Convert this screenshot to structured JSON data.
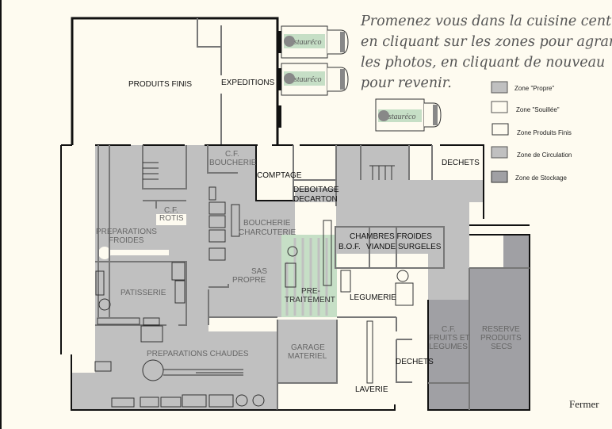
{
  "intro_lines": [
    "Promenez vous dans la cuisine centrale",
    "en cliquant sur les zones pour agrandir",
    "les photos, en cliquant de nouveau",
    "pour revenir."
  ],
  "colors": {
    "background": "#fefbf0",
    "zone_propre": "#c0c0c0",
    "zone_souillee": "#fefbf0",
    "zone_circulation": "#c0c0c0",
    "zone_stockage": "#a0a0a4",
    "pre_traitement": "#c6dfc6"
  },
  "legend": [
    {
      "label": "Zone \"Propre\""
    },
    {
      "label": "Zone \"Souillée\""
    },
    {
      "label": "Zone Produits Finis"
    },
    {
      "label": "Zone de Circulation"
    },
    {
      "label": "Zone de Stockage"
    }
  ],
  "trucks": [
    {
      "logo": "stauréco"
    },
    {
      "logo": "stauréco"
    },
    {
      "logo": "stauréco"
    }
  ],
  "rooms": {
    "produits_finis": "PRODUITS FINIS",
    "expeditions": "EXPEDITIONS",
    "cf_boucherie": [
      "C.F.",
      "BOUCHERIE"
    ],
    "comptage": "COMPTAGE",
    "deboitage": [
      "DEBOITAGE",
      "DECARTON"
    ],
    "dechets_top": "DECHETS",
    "cf_rotis": [
      "C.F.",
      "ROTIS"
    ],
    "preparations_froides": [
      "PREPARATIONS",
      "FROIDES"
    ],
    "boucherie_charcuterie": [
      "BOUCHERIE",
      "CHARCUTERIE"
    ],
    "chambres_froides": "CHAMBRES FROIDES",
    "bof": "B.O.F.",
    "viande": "VIANDE",
    "surgeles": "SURGELES",
    "sas_propre": [
      "SAS",
      "PROPRE"
    ],
    "patisserie": "PATISSERIE",
    "pre_traitement": [
      "PRE-",
      "TRAITEMENT"
    ],
    "legumerie": "LEGUMERIE",
    "cf_fruits_legumes": [
      "C.F.",
      "FRUITS ET",
      "LEGUMES"
    ],
    "reserve": [
      "RESERVE",
      "PRODUITS",
      "SECS"
    ],
    "preparations_chaudes": "PREPARATIONS CHAUDES",
    "garage": [
      "GARAGE",
      "MATERIEL"
    ],
    "dechets_bottom": "DECHETS",
    "laverie": "LAVERIE"
  },
  "close_label": "Fermer"
}
